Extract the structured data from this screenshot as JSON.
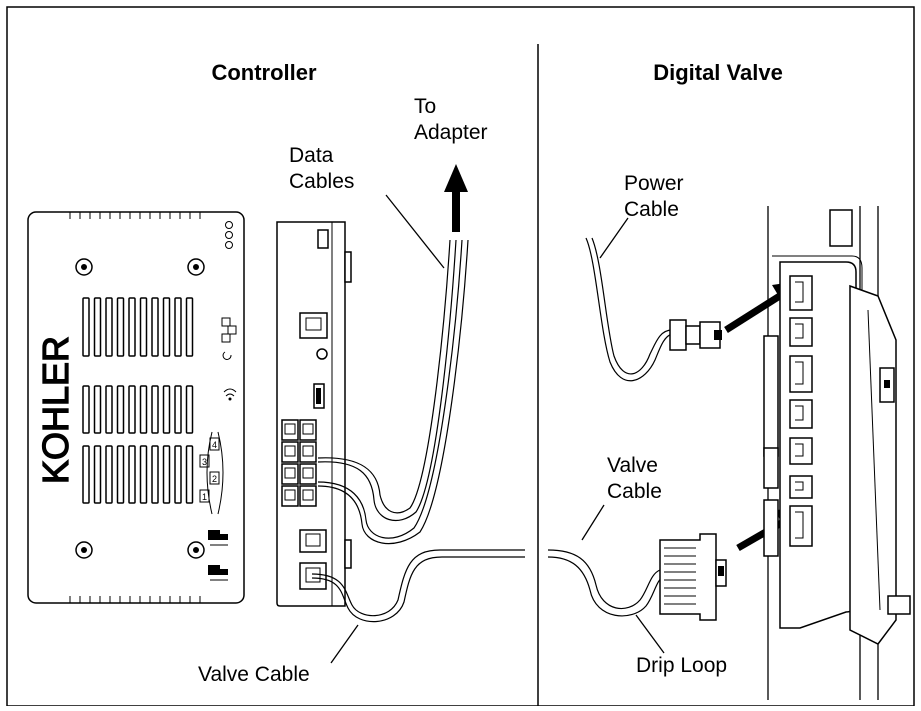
{
  "panels": {
    "left_title": "Controller",
    "right_title": "Digital Valve"
  },
  "brand": "KOHLER",
  "port_labels": [
    "1",
    "2",
    "3",
    "4"
  ],
  "callouts": {
    "to_adapter_line1": "To",
    "to_adapter_line2": "Adapter",
    "data_cables_line1": "Data",
    "data_cables_line2": "Cables",
    "valve_cable_controller": "Valve Cable",
    "power_cable_line1": "Power",
    "power_cable_line2": "Cable",
    "valve_cable_line1": "Valve",
    "valve_cable_line2": "Cable",
    "drip_loop": "Drip Loop"
  }
}
